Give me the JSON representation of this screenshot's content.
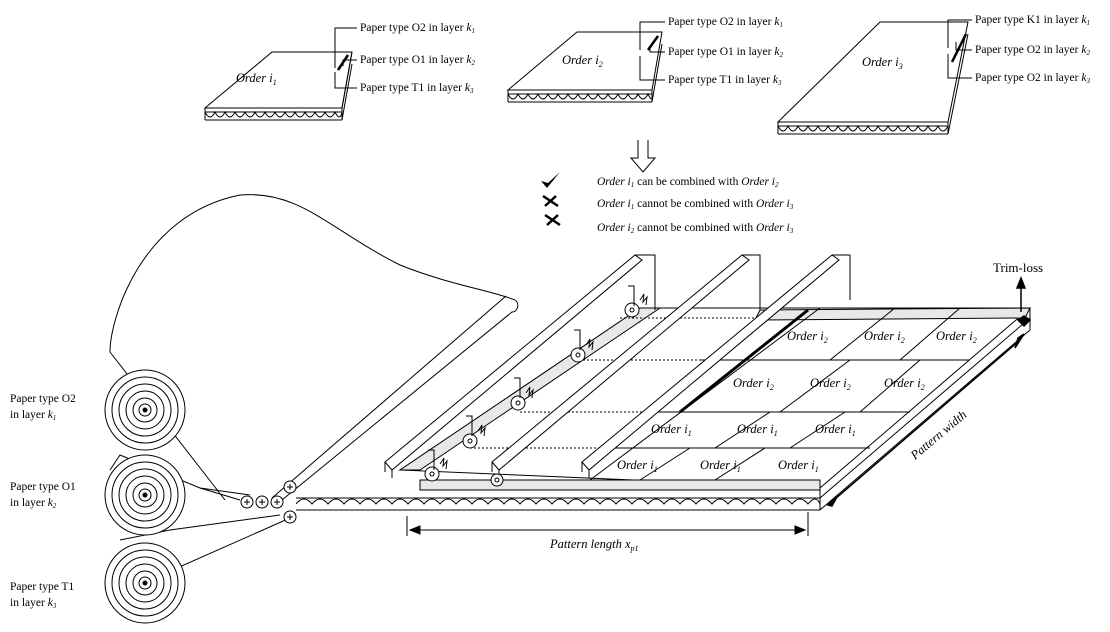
{
  "orders_top": [
    {
      "label": "Order i",
      "sub": "1",
      "layers": [
        {
          "prefix": "Paper type O2 in layer ",
          "k": "k",
          "sub": "1"
        },
        {
          "prefix": "Paper type O1 in layer ",
          "k": "k",
          "sub": "2"
        },
        {
          "prefix": "Paper type T1 in layer ",
          "k": "k",
          "sub": "3"
        }
      ]
    },
    {
      "label": "Order i",
      "sub": "2",
      "layers": [
        {
          "prefix": "Paper type O2 in layer ",
          "k": "k",
          "sub": "1"
        },
        {
          "prefix": "Paper type O1 in layer ",
          "k": "k",
          "sub": "2"
        },
        {
          "prefix": "Paper type T1 in layer ",
          "k": "k",
          "sub": "3"
        }
      ]
    },
    {
      "label": "Order i",
      "sub": "3",
      "layers": [
        {
          "prefix": "Paper type K1 in layer ",
          "k": "k",
          "sub": "1"
        },
        {
          "prefix": "Paper type O2 in layer ",
          "k": "k",
          "sub": "2"
        },
        {
          "prefix": "Paper type O2 in layer ",
          "k": "k",
          "sub": "3"
        }
      ]
    }
  ],
  "legend": [
    {
      "a": "Order i",
      "asub": "1",
      "mid": " can be combined with ",
      "b": "Order i",
      "bsub": "2"
    },
    {
      "a": "Order i",
      "asub": "1",
      "mid": " cannot be combined with ",
      "b": "Order i",
      "bsub": "3"
    },
    {
      "a": "Order i",
      "asub": "2",
      "mid": " cannot be combined with ",
      "b": "Order i",
      "bsub": "3"
    }
  ],
  "rolls": [
    {
      "line1": "Paper type O2",
      "line2": "in layer ",
      "k": "k",
      "sub": "1"
    },
    {
      "line1": "Paper type O1",
      "line2": "in layer ",
      "k": "k",
      "sub": "2"
    },
    {
      "line1": "Paper type T1",
      "line2": "in layer ",
      "k": "k",
      "sub": "3"
    }
  ],
  "grid": {
    "row1": [
      "Order i",
      "Order i",
      "Order i"
    ],
    "row1_sub": [
      "2",
      "2",
      "2"
    ],
    "row2": [
      "Order i",
      "Order i",
      "Order i"
    ],
    "row2_sub": [
      "2",
      "2",
      "2"
    ],
    "row3": [
      "Order i",
      "Order i",
      "Order i"
    ],
    "row3_sub": [
      "1",
      "1",
      "1"
    ],
    "row4": [
      "Order i",
      "Order i",
      "Order i"
    ],
    "row4_sub": [
      "1",
      "1",
      "1"
    ]
  },
  "trim_loss": "Trim-loss",
  "pattern_width": "Pattern width",
  "pattern_length": "Pattern length x",
  "pattern_length_sub": "p1"
}
